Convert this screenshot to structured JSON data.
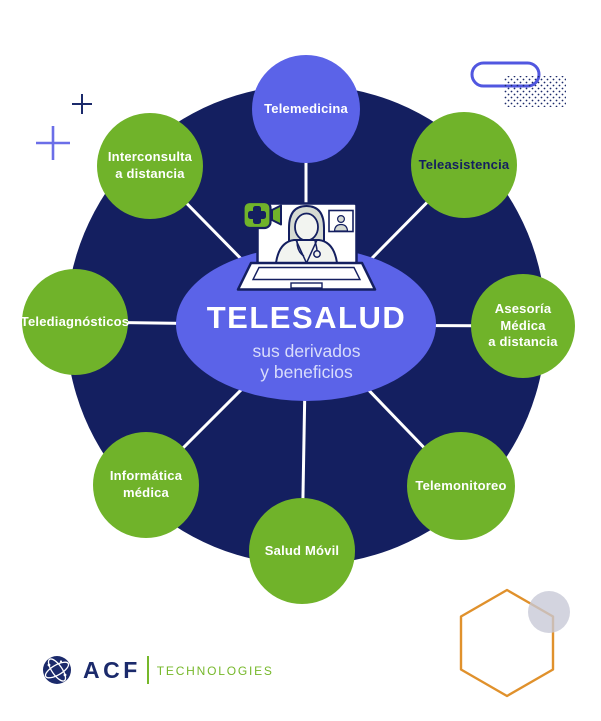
{
  "title_block": {
    "title": "TELESALUD",
    "subtitle": "sus derivados\ny beneficios"
  },
  "nodes": [
    {
      "id": "telemedicina",
      "label": "Telemedicina",
      "color": "#5b63e8",
      "text_color": "#ffffff"
    },
    {
      "id": "teleasistencia",
      "label": "Teleasistencia",
      "color": "#70b32a",
      "text_color": "#141f60"
    },
    {
      "id": "asesoria-medica",
      "label": "Asesoría\nMédica\na distancia",
      "color": "#70b32a",
      "text_color": "#ffffff"
    },
    {
      "id": "telemonitoreo",
      "label": "Telemonitoreo",
      "color": "#70b32a",
      "text_color": "#ffffff"
    },
    {
      "id": "salud-movil",
      "label": "Salud Móvil",
      "color": "#70b32a",
      "text_color": "#ffffff"
    },
    {
      "id": "informatica-medica",
      "label": "Informática\nmédica",
      "color": "#70b32a",
      "text_color": "#ffffff"
    },
    {
      "id": "telediagnosticos",
      "label": "Telediagnósticos",
      "color": "#70b32a",
      "text_color": "#ffffff"
    },
    {
      "id": "interconsulta",
      "label": "Interconsulta\na distancia",
      "color": "#70b32a",
      "text_color": "#ffffff"
    }
  ],
  "footer_logo": {
    "brand": "ACF",
    "suffix": "TECHNOLOGIES"
  },
  "icons": {
    "video_camera": "video-camera-icon",
    "doctor_video_call": "doctor-video-call-illustration",
    "globe": "globe-icon",
    "plus_marks": "plus-icon",
    "pill": "pill-outline-shape",
    "dots": "dots-pattern",
    "hexagon": "hexagon-outline-shape",
    "accent_circle": "circle-accent-shape"
  },
  "theme": {
    "navy": "#141f60",
    "purple": "#5b63e8",
    "green": "#70b32a",
    "orange": "#e0912c",
    "light_gray": "#c7c8d6",
    "subtitle_text": "#d9ddfb",
    "logo_navy": "#1b2a6b",
    "logo_green": "#76b82a"
  }
}
